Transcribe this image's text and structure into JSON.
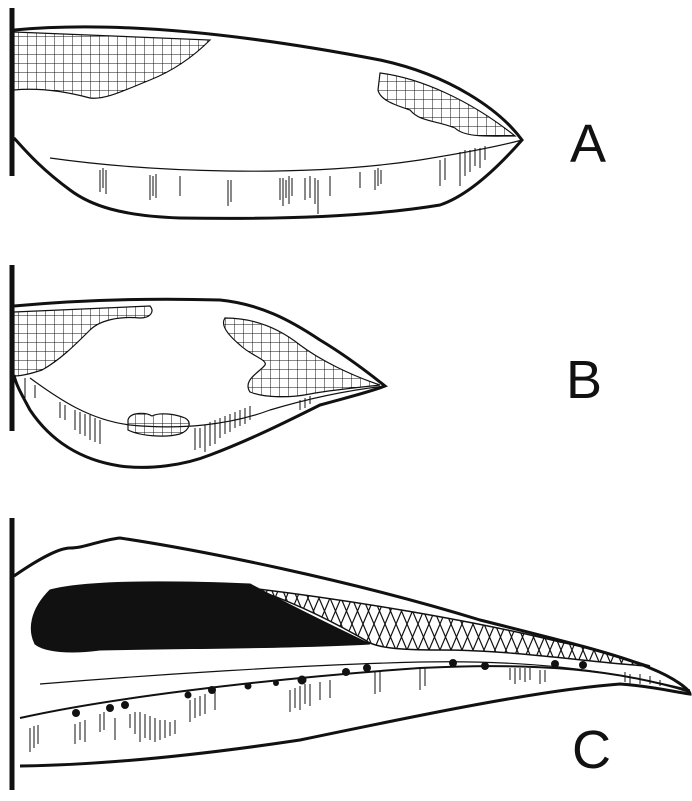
{
  "panels": [
    {
      "id": "A",
      "label": "A"
    },
    {
      "id": "B",
      "label": "B"
    },
    {
      "id": "C",
      "label": "C"
    }
  ],
  "colors": {
    "ink": "#111111",
    "paper": "#ffffff",
    "solid_region": "#111111"
  },
  "legend_fills": {
    "grid_fill": "grid-hatch",
    "vertical_stroke_fill": "vertical-hatch",
    "triangle_fill": "triangle-lattice",
    "solid_fill": "solid-black",
    "dotted_line": "dot-row"
  }
}
